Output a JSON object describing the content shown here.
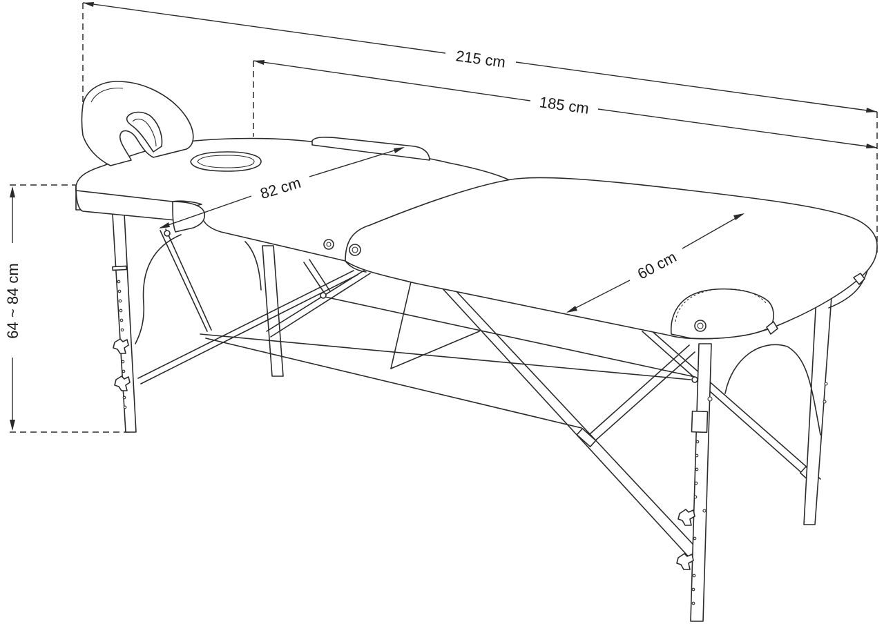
{
  "dimensions": {
    "total_length": "215 cm",
    "table_length": "185 cm",
    "width": "82 cm",
    "section_width": "60 cm",
    "height_range": "64 ~ 84 cm"
  },
  "colors": {
    "line": "#2a2a2a",
    "background": "#ffffff"
  }
}
